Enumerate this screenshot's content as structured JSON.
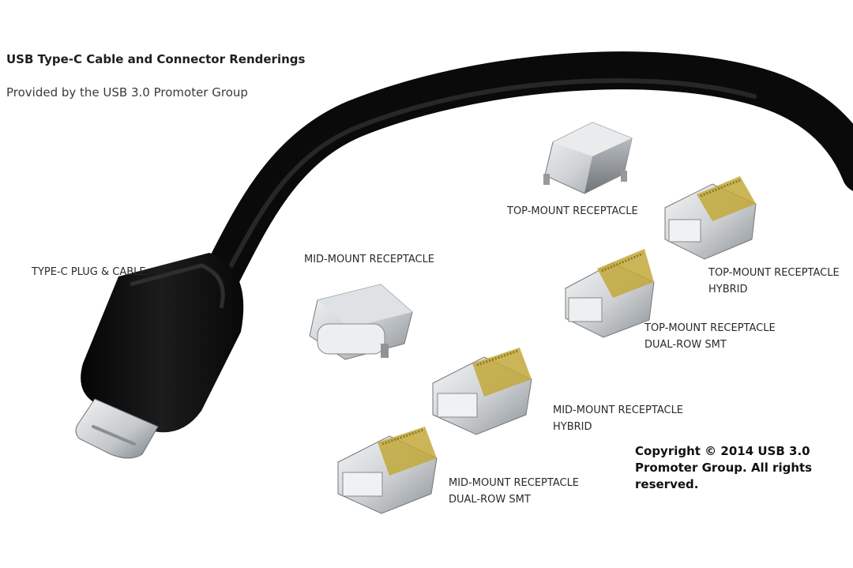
{
  "header": {
    "title": "USB Type-C Cable and Connector Renderings",
    "subtitle": "Provided by the USB 3.0 Promoter Group"
  },
  "labels": {
    "plug_cable": "TYPE-C PLUG & CABLE",
    "mid_mount": "MID-MOUNT RECEPTACLE",
    "top_mount": "TOP-MOUNT RECEPTACLE",
    "top_mount_hybrid_1": "TOP-MOUNT RECEPTACLE",
    "top_mount_hybrid_2": "HYBRID",
    "top_mount_dual_1": "TOP-MOUNT RECEPTACLE",
    "top_mount_dual_2": "DUAL-ROW SMT",
    "mid_mount_hybrid_1": "MID-MOUNT RECEPTACLE",
    "mid_mount_hybrid_2": "HYBRID",
    "mid_mount_dual_1": "MID-MOUNT RECEPTACLE",
    "mid_mount_dual_2": "DUAL-ROW SMT"
  },
  "copyright": {
    "line1": "Copyright © 2014 USB 3.0",
    "line2": "Promoter Group. All rights",
    "line3": "reserved."
  },
  "colors": {
    "background": "#ffffff",
    "cable": "#111111",
    "metal": "#d9dcdf",
    "gold": "#c2a83a"
  }
}
